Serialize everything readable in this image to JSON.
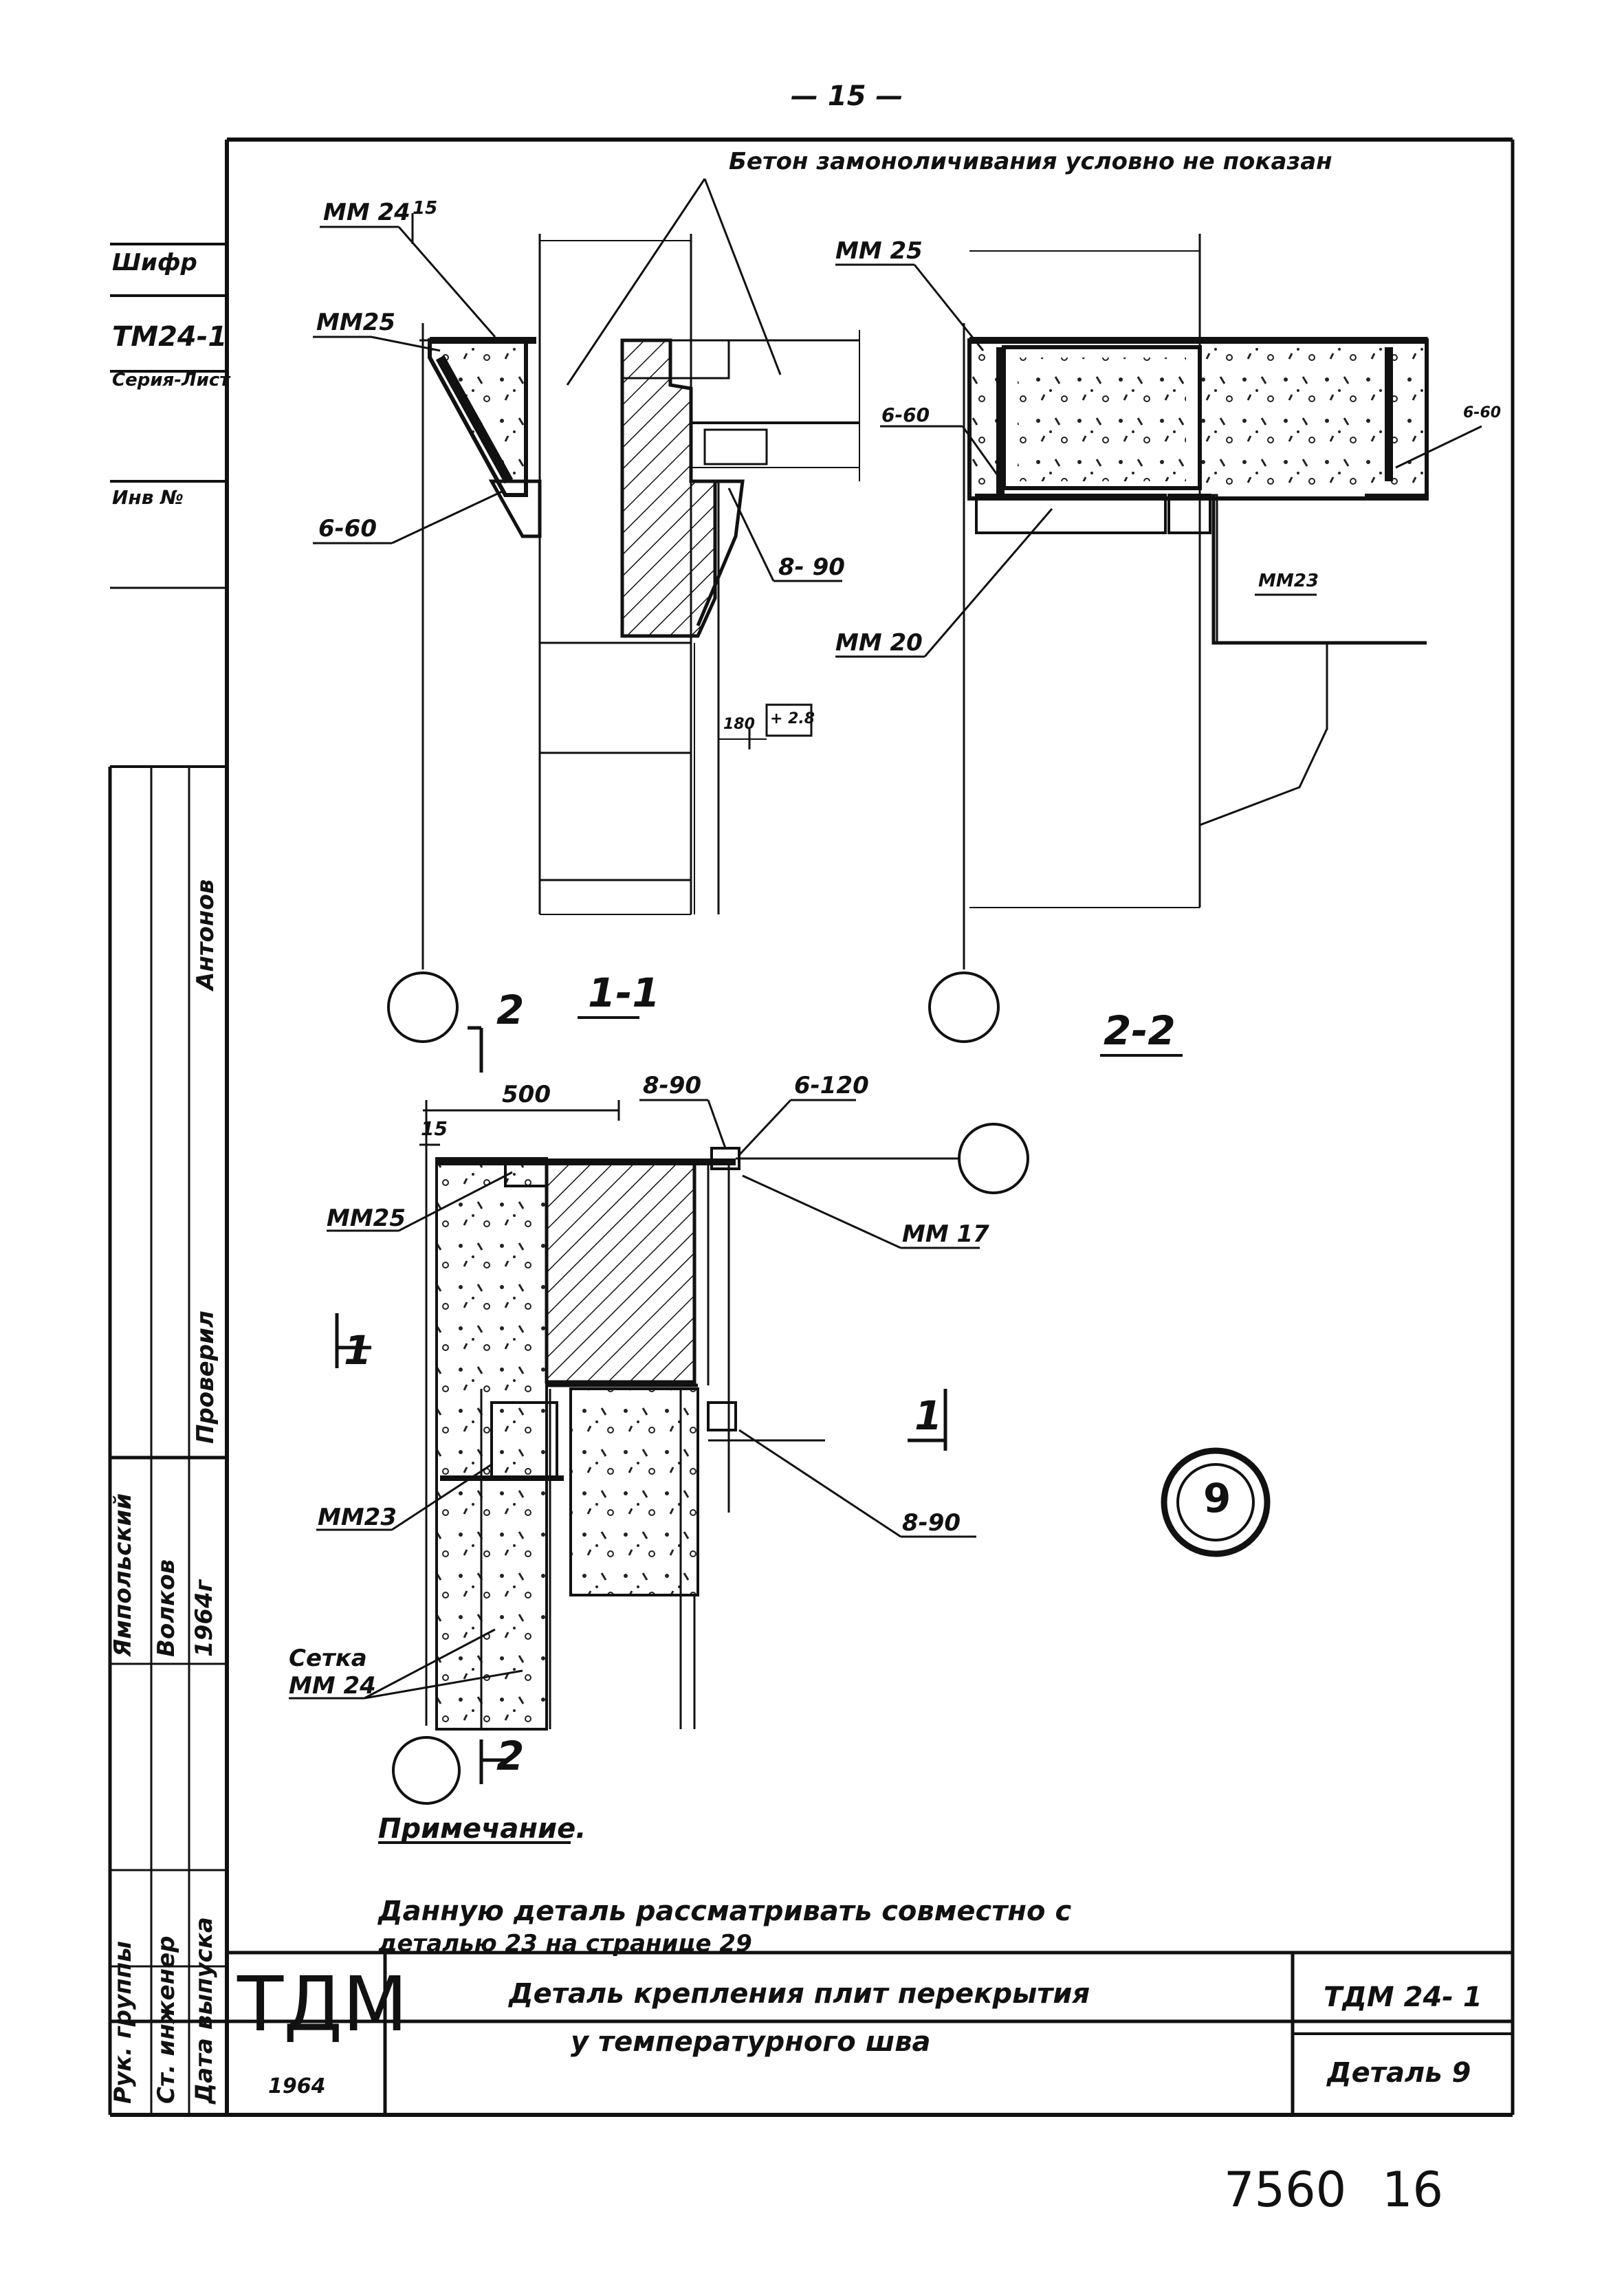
{
  "header": {
    "page_number": "— 15 —"
  },
  "left_stamp": {
    "fields": [
      "Шифр",
      "ТМ24-1",
      "Серия-Лист",
      "Инв №"
    ],
    "staff": {
      "rows": [
        {
          "role": "Рук. группы",
          "name": "Ямпольский"
        },
        {
          "role": "Ст. инженер",
          "name": "Волков"
        },
        {
          "role": "Дата выпуска",
          "name": "1964г"
        }
      ],
      "upper_roles": [
        "Антонов",
        "Проверил"
      ]
    }
  },
  "drawing": {
    "note_top": "Бетон замоноличивания условно не показан",
    "section_1_label": "1-1",
    "section_2_label": "2-2",
    "plan_marks": {
      "cut_2_top": "2",
      "cut_2_bottom": "2",
      "cut_1_left": "1",
      "cut_1_right": "1"
    },
    "detail_number": "9",
    "labels_section_1": {
      "mm24": "ММ 24",
      "mm25": "ММ25",
      "dim15": "15",
      "b60": "6-60",
      "b890": "8- 90",
      "dim180": "180",
      "elev": "+ 2.8"
    },
    "labels_section_2": {
      "mm25": "ММ 25",
      "b60_left": "6-60",
      "b60_right": "6-60",
      "mm20": "ММ 20",
      "mm23": "ММ23"
    },
    "labels_plan": {
      "dim500": "500",
      "dim15": "15",
      "b890_top": "8-90",
      "b6120": "6-120",
      "mm25": "ММ25",
      "mm17": "ММ 17",
      "mm23": "ММ23",
      "b890_bottom": "8-90",
      "mesh": "Сетка",
      "mesh_mm": "ММ 24"
    }
  },
  "note": {
    "title": "Примечание.",
    "line1": "Данную деталь рассматривать совместно с",
    "line2": "деталью 23 на странице 29"
  },
  "title_block": {
    "org": "ТДМ",
    "year": "1964",
    "title_line1": "Деталь крепления плит перекрытия",
    "title_line2": "у температурного шва",
    "code": "ТДМ 24- 1",
    "sheet": "Деталь 9"
  },
  "archive": {
    "number": "7560",
    "page": "16"
  }
}
